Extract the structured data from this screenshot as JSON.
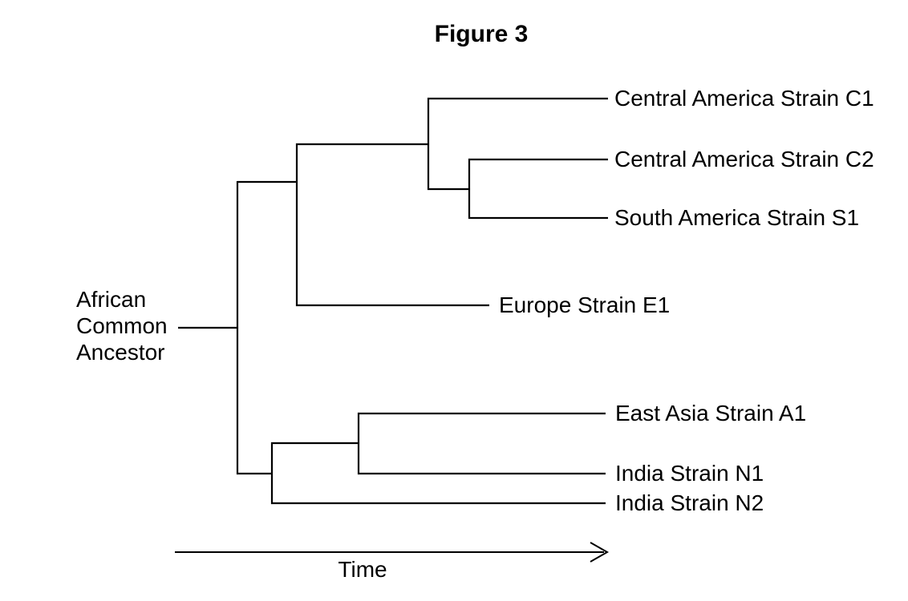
{
  "figure": {
    "title": "Figure 3"
  },
  "root": {
    "label": "African\nCommon\nAncestor"
  },
  "axis": {
    "label": "Time",
    "direction": "left-to-right"
  },
  "taxa": [
    {
      "id": "C1",
      "label": "Central America Strain C1"
    },
    {
      "id": "C2",
      "label": "Central America Strain C2"
    },
    {
      "id": "S1",
      "label": "South America Strain S1"
    },
    {
      "id": "E1",
      "label": "Europe Strain E1"
    },
    {
      "id": "A1",
      "label": "East Asia Strain A1"
    },
    {
      "id": "N1",
      "label": "India Strain N1"
    },
    {
      "id": "N2",
      "label": "India Strain N2"
    }
  ],
  "tree_topology": {
    "root": "African Common Ancestor",
    "children": [
      {
        "clade": "upper",
        "children": [
          {
            "children": [
              "Central America Strain C1",
              {
                "children": [
                  "Central America Strain C2",
                  "South America Strain S1"
                ]
              }
            ]
          },
          "Europe Strain E1"
        ]
      },
      {
        "clade": "lower",
        "children": [
          {
            "children": [
              "East Asia Strain A1",
              "India Strain N1"
            ]
          },
          "India Strain N2"
        ]
      }
    ]
  },
  "colors": {
    "line": "#000000",
    "text": "#000000",
    "background": "#ffffff"
  }
}
